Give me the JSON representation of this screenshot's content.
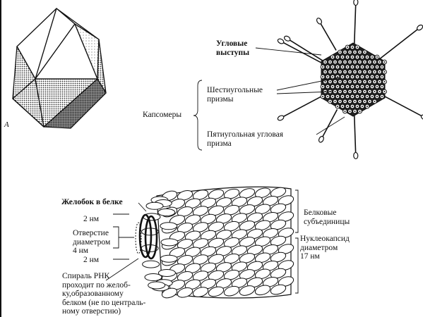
{
  "panel_a": {
    "letter": "A"
  },
  "adenovirus": {
    "label_vertex_projections": "Угловые\nвыступы",
    "label_capsomeres": "Капсомеры",
    "label_hexagonal_prisms": "Шестиугольные\nпризмы",
    "label_pentagonal_prism": "Пятиугольная угловая\nпризма"
  },
  "tmv": {
    "label_groove": "Желобок в белке",
    "label_2nm_top": "2 нм",
    "label_opening": "Отверстие\nдиаметром\n4 нм",
    "label_2nm_bottom": "2 нм",
    "label_rna_spiral": "Спираль РНК\nпроходит по желоб-\nку,образованному\nбелком (не по централь-\nному отверстию)",
    "label_protein_subunits": "Белковые\nсубъединицы",
    "label_nucleocapsid": "Нуклеокапсид\nдиаметром\n17 нм"
  }
}
